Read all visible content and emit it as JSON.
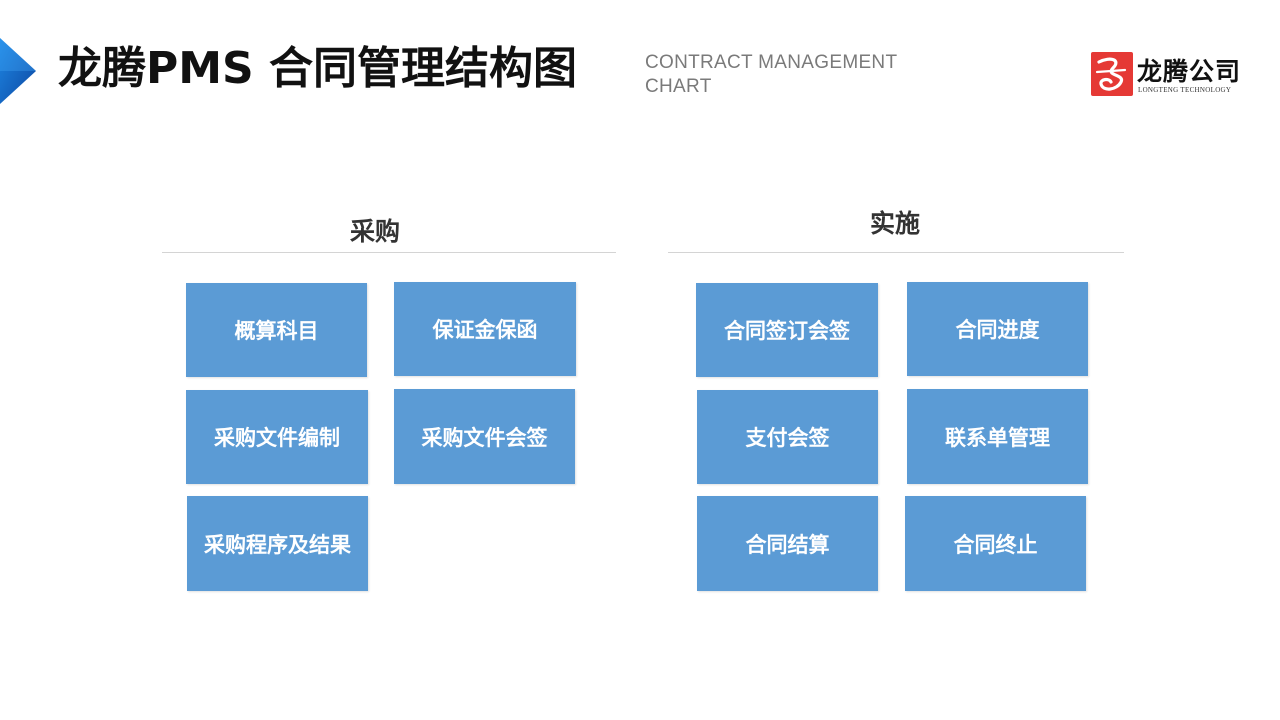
{
  "header": {
    "title": "龙腾PMS 合同管理结构图",
    "subtitle_line1": "CONTRACT  MANAGEMENT",
    "subtitle_line2": "CHART",
    "accent_color": "#1565c0"
  },
  "logo": {
    "name": "龙腾公司",
    "tagline": "LONGTENG TECHNOLOGY",
    "mark_color": "#e53935"
  },
  "sections": {
    "procurement": {
      "title": "采购",
      "items": [
        "概算科目",
        "保证金保函",
        "采购文件编制",
        "采购文件会签",
        "采购程序及结果"
      ]
    },
    "implementation": {
      "title": "实施",
      "items": [
        "合同签订会签",
        "合同进度",
        "支付会签",
        "联系单管理",
        "合同结算",
        "合同终止"
      ]
    }
  },
  "box_color": "#5b9bd5"
}
